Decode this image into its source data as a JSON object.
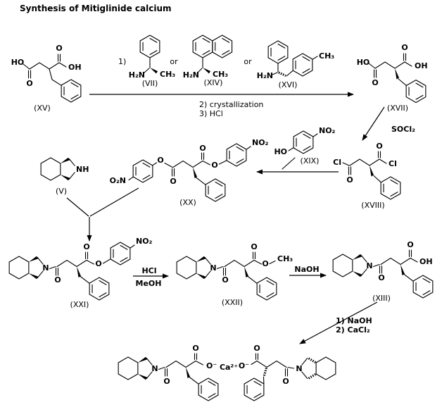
{
  "title": "Synthesis of Mitiglinide calcium",
  "atoms": {
    "ho": "HO",
    "oh": "OH",
    "o": "O",
    "h2n": "H₂N",
    "ch3": "CH₃",
    "no2": "NO₂",
    "o2n": "O₂N",
    "nh": "NH",
    "n": "N",
    "cl": "Cl",
    "o_minus": "O⁻",
    "ca": "Ca²⁺"
  },
  "labels": {
    "xv": "(XV)",
    "vii": "(VII)",
    "xiv": "(XIV)",
    "xvi": "(XVI)",
    "xvii": "(XVII)",
    "xviii": "(XVIII)",
    "xix": "(XIX)",
    "xx": "(XX)",
    "v": "(V)",
    "xxi": "(XXI)",
    "xxii": "(XXII)",
    "xiii": "(XIII)"
  },
  "reagents": {
    "step1": "1)",
    "or": "or",
    "step2": "2) crystallization",
    "step3": "3) HCl",
    "socl2": "SOCl₂",
    "hcl": "HCl",
    "meoh": "MeOH",
    "naoh": "NaOH",
    "salt1": "1)  NaOH",
    "salt2": "2)  CaCl₂"
  }
}
